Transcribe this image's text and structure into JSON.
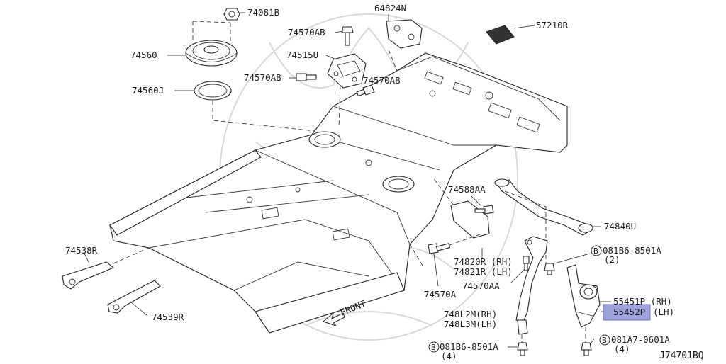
{
  "diagram_id": "J74701BQ",
  "highlight_color": "#9ea3dd",
  "front_label": "FRONT",
  "callouts": {
    "c74081B": "74081B",
    "c64824N": "64824N",
    "c57210R": "57210R",
    "c74570AB_top": "74570AB",
    "c74515U": "74515U",
    "c74560": "74560",
    "c74570AB_left": "74570AB",
    "c74570AB_right": "74570AB",
    "c74560J": "74560J",
    "c74588AA": "74588AA",
    "c74840U": "74840U",
    "c74538R": "74538R",
    "c74539R": "74539R",
    "c74820R": "74820R (RH)",
    "c74821R": "74821R (LH)",
    "c74570AA": "74570AA",
    "c74570A": "74570A",
    "c081B6_a": "081B6-8501A",
    "c081B6_a_qty": "(2)",
    "c55451P": "55451P (RH)",
    "c55452P_code": "55452P",
    "c55452P_side": "(LH)",
    "c74812M": "748L2M(RH)",
    "c74813M": "748L3M(LH)",
    "c081A7": "081A7-0601A",
    "c081A7_qty": "(4)",
    "c081B6_b": "081B6-8501A",
    "c081B6_b_qty": "(4)",
    "bolt_mark": "B"
  }
}
